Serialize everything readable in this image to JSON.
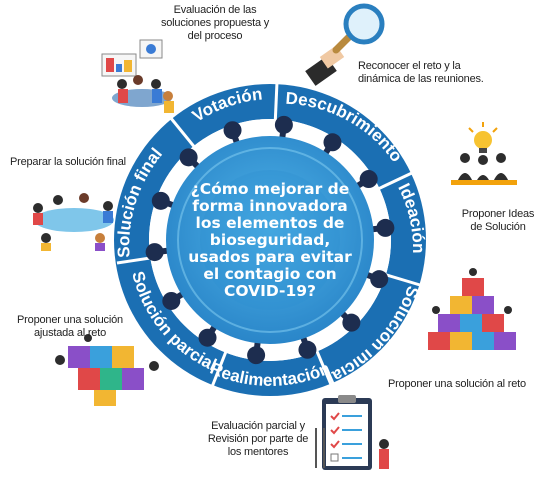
{
  "center_question": [
    "¿Cómo mejorar de",
    "forma innovadora",
    "los elementos de",
    "bioseguridad,",
    "usados para evitar",
    "el contagio con",
    "COVID-19?"
  ],
  "phases": [
    "Votación",
    "Descubrimiento",
    "Ideación",
    "Solución inicial",
    "Realimentación",
    "Solución parcial",
    "Solución final"
  ],
  "captions": {
    "votacion": [
      "Evaluación de las",
      "soluciones propuesta y",
      "del proceso"
    ],
    "descubrimiento": [
      "Reconocer el reto y la",
      "dinámica de las reuniones."
    ],
    "ideacion": [
      "Proponer Ideas",
      "de Solución"
    ],
    "solucion_inicial": [
      "Proponer una solución al reto"
    ],
    "realimentacion": [
      "Evaluación parcial y",
      "Revisión por parte de",
      "los mentores"
    ],
    "solucion_parcial": [
      "Proponer una solución",
      "ajustada al reto"
    ],
    "solucion_final": [
      "Preparar la solución final"
    ]
  },
  "colors": {
    "ring": "#1b6fb3",
    "ring_dark": "#124f86",
    "virus_body": "#3aa0dc",
    "virus_inner": "#2f8fd0",
    "spike": "#1d2d4f",
    "label_white": "#ffffff",
    "question": "#ffffff"
  },
  "icons": {
    "votacion": "team-meeting-icon",
    "descubrimiento": "magnifying-glass-icon",
    "ideacion": "lightbulb-team-icon",
    "solucion_inicial": "building-blocks-icon",
    "realimentacion": "checklist-clipboard-icon",
    "solucion_parcial": "puzzle-pieces-icon",
    "solucion_final": "round-table-icon"
  }
}
